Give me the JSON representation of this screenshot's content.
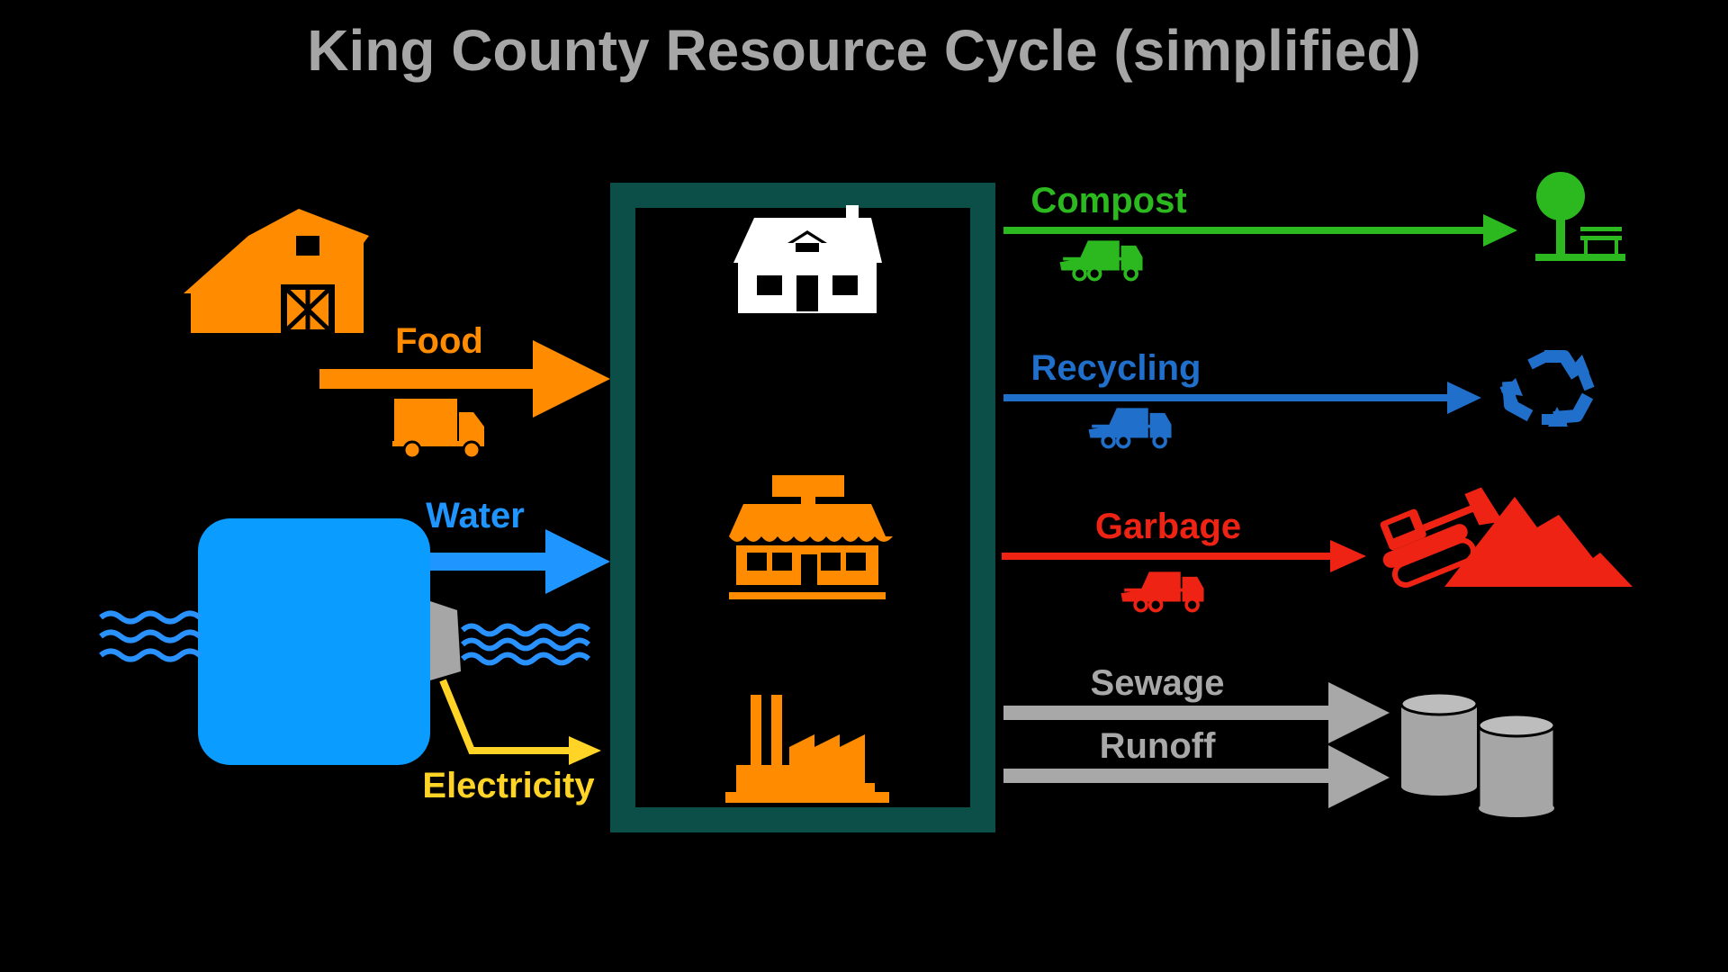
{
  "title": "King County Resource Cycle (simplified)",
  "inputs": {
    "food": "Food",
    "water": "Water",
    "electricity": "Electricity"
  },
  "outputs": {
    "compost": "Compost",
    "recycling": "Recycling",
    "garbage": "Garbage",
    "sewage": "Sewage",
    "runoff": "Runoff"
  },
  "colors": {
    "background": "#000000",
    "title": "#a6a6a6",
    "food": "#ff8c00",
    "water": "#0a9cff",
    "electricity": "#ffd427",
    "compost": "#2cb81f",
    "recycling": "#1f6fcb",
    "garbage": "#ee2314",
    "sewage_runoff": "#a8a8a8",
    "county_box": "#0c4f48",
    "building": "#ffffff",
    "wave": "#2a92ff"
  },
  "icons": {
    "farm": "barn-icon",
    "food_transport": "delivery-truck-icon",
    "water_source": "dam-reservoir-icon",
    "residential": "house-icon",
    "commercial": "store-icon",
    "industrial": "factory-icon",
    "compost_collection": "garbage-truck-icon",
    "compost_destination": "park-tree-bench-icon",
    "recycling_destination": "recycle-symbol-icon",
    "garbage_destination": "bulldozer-landfill-icon",
    "treatment": "storage-tanks-icon"
  }
}
